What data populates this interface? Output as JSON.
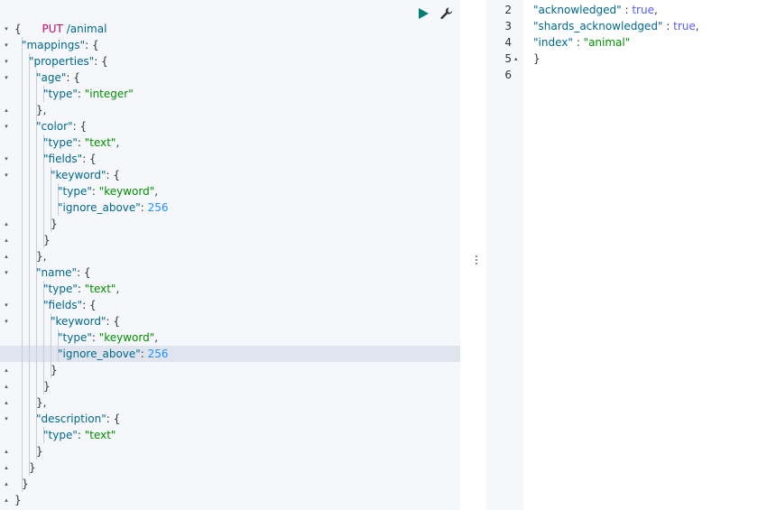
{
  "request": {
    "method": "PUT",
    "url": " /animal",
    "run_label": "run-icon",
    "settings_label": "wrench-icon"
  },
  "editor_lines": [
    {
      "fold": "down",
      "indent": 0,
      "tokens": [
        [
          "p",
          "{"
        ]
      ]
    },
    {
      "fold": "down",
      "indent": 1,
      "tokens": [
        [
          "k",
          "\"mappings\""
        ],
        [
          "p",
          ": {"
        ]
      ]
    },
    {
      "fold": "down",
      "indent": 2,
      "tokens": [
        [
          "k",
          "\"properties\""
        ],
        [
          "p",
          ": {"
        ]
      ]
    },
    {
      "fold": "down",
      "indent": 3,
      "tokens": [
        [
          "k",
          "\"age\""
        ],
        [
          "p",
          ": {"
        ]
      ]
    },
    {
      "fold": "",
      "indent": 4,
      "tokens": [
        [
          "k",
          "\"type\""
        ],
        [
          "p",
          ": "
        ],
        [
          "s",
          "\"integer\""
        ]
      ]
    },
    {
      "fold": "up",
      "indent": 3,
      "tokens": [
        [
          "p",
          "},"
        ]
      ]
    },
    {
      "fold": "down",
      "indent": 3,
      "tokens": [
        [
          "k",
          "\"color\""
        ],
        [
          "p",
          ": {"
        ]
      ]
    },
    {
      "fold": "",
      "indent": 4,
      "tokens": [
        [
          "k",
          "\"type\""
        ],
        [
          "p",
          ": "
        ],
        [
          "s",
          "\"text\""
        ],
        [
          "p",
          ","
        ]
      ]
    },
    {
      "fold": "down",
      "indent": 4,
      "tokens": [
        [
          "k",
          "\"fields\""
        ],
        [
          "p",
          ": {"
        ]
      ]
    },
    {
      "fold": "down",
      "indent": 5,
      "tokens": [
        [
          "k",
          "\"keyword\""
        ],
        [
          "p",
          ": {"
        ]
      ]
    },
    {
      "fold": "",
      "indent": 6,
      "tokens": [
        [
          "k",
          "\"type\""
        ],
        [
          "p",
          ": "
        ],
        [
          "s",
          "\"keyword\""
        ],
        [
          "p",
          ","
        ]
      ]
    },
    {
      "fold": "",
      "indent": 6,
      "tokens": [
        [
          "k",
          "\"ignore_above\""
        ],
        [
          "p",
          ": "
        ],
        [
          "n",
          "256"
        ]
      ]
    },
    {
      "fold": "up",
      "indent": 5,
      "tokens": [
        [
          "p",
          "}"
        ]
      ]
    },
    {
      "fold": "up",
      "indent": 4,
      "tokens": [
        [
          "p",
          "}"
        ]
      ]
    },
    {
      "fold": "up",
      "indent": 3,
      "tokens": [
        [
          "p",
          "},"
        ]
      ]
    },
    {
      "fold": "down",
      "indent": 3,
      "tokens": [
        [
          "k",
          "\"name\""
        ],
        [
          "p",
          ": {"
        ]
      ]
    },
    {
      "fold": "",
      "indent": 4,
      "tokens": [
        [
          "k",
          "\"type\""
        ],
        [
          "p",
          ": "
        ],
        [
          "s",
          "\"text\""
        ],
        [
          "p",
          ","
        ]
      ]
    },
    {
      "fold": "down",
      "indent": 4,
      "tokens": [
        [
          "k",
          "\"fields\""
        ],
        [
          "p",
          ": {"
        ]
      ]
    },
    {
      "fold": "down",
      "indent": 5,
      "tokens": [
        [
          "k",
          "\"keyword\""
        ],
        [
          "p",
          ": {"
        ]
      ]
    },
    {
      "fold": "",
      "indent": 6,
      "tokens": [
        [
          "k",
          "\"type\""
        ],
        [
          "p",
          ": "
        ],
        [
          "s",
          "\"keyword\""
        ],
        [
          "p",
          ","
        ]
      ]
    },
    {
      "fold": "",
      "indent": 6,
      "active": true,
      "tokens": [
        [
          "k",
          "\"ignore_above\""
        ],
        [
          "p",
          ": "
        ],
        [
          "n",
          "256"
        ]
      ]
    },
    {
      "fold": "up",
      "indent": 5,
      "tokens": [
        [
          "p",
          "}"
        ]
      ]
    },
    {
      "fold": "up",
      "indent": 4,
      "tokens": [
        [
          "p",
          "}"
        ]
      ]
    },
    {
      "fold": "up",
      "indent": 3,
      "tokens": [
        [
          "p",
          "},"
        ]
      ]
    },
    {
      "fold": "down",
      "indent": 3,
      "tokens": [
        [
          "k",
          "\"description\""
        ],
        [
          "p",
          ": {"
        ]
      ]
    },
    {
      "fold": "",
      "indent": 4,
      "tokens": [
        [
          "k",
          "\"type\""
        ],
        [
          "p",
          ": "
        ],
        [
          "s",
          "\"text\""
        ]
      ]
    },
    {
      "fold": "up",
      "indent": 3,
      "tokens": [
        [
          "p",
          "}"
        ]
      ]
    },
    {
      "fold": "up",
      "indent": 2,
      "tokens": [
        [
          "p",
          "}"
        ]
      ]
    },
    {
      "fold": "up",
      "indent": 1,
      "tokens": [
        [
          "p",
          "}"
        ]
      ]
    },
    {
      "fold": "up",
      "indent": 0,
      "tokens": [
        [
          "p",
          "}"
        ]
      ]
    }
  ],
  "response_lines": [
    {
      "num": "2",
      "fold": "",
      "tokens": [
        [
          "k",
          "\"acknowledged\""
        ],
        [
          "p",
          " : "
        ],
        [
          "b",
          "true"
        ],
        [
          "p",
          ","
        ]
      ]
    },
    {
      "num": "3",
      "fold": "",
      "tokens": [
        [
          "k",
          "\"shards_acknowledged\""
        ],
        [
          "p",
          " : "
        ],
        [
          "b",
          "true"
        ],
        [
          "p",
          ","
        ]
      ]
    },
    {
      "num": "4",
      "fold": "",
      "tokens": [
        [
          "k",
          "\"index\""
        ],
        [
          "p",
          " : "
        ],
        [
          "s",
          "\"animal\""
        ]
      ]
    },
    {
      "num": "5",
      "fold": "up",
      "tokens": [
        [
          "p",
          "}"
        ]
      ]
    },
    {
      "num": "6",
      "fold": "",
      "tokens": []
    }
  ],
  "colors": {
    "method": "#c80a68",
    "key": "#00698c",
    "string": "#008f00",
    "number": "#1e90ff",
    "bool": "#585cf6",
    "run_button": "#017d73"
  }
}
